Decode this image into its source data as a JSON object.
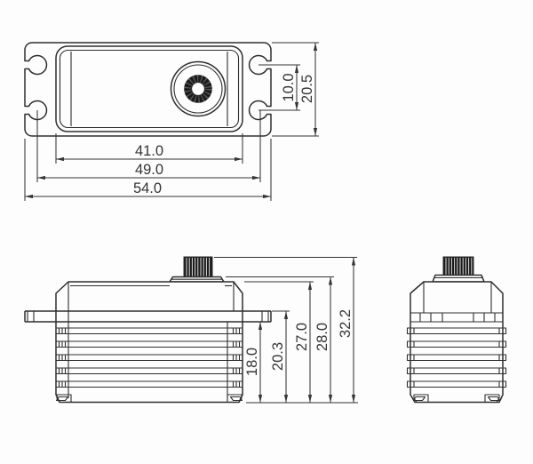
{
  "colors": {
    "line": "#2e2e2e",
    "dim": "#343434",
    "spline": "#1a1a1a",
    "bg": "#fdfdfd"
  },
  "dims": {
    "top": {
      "case_width": "41.0",
      "slot_span": "49.0",
      "overall_width": "54.0",
      "slot_pitch": "10.0",
      "depth": "20.5"
    },
    "front": {
      "to_flange_bottom": "18.0",
      "to_flange_top": "20.3",
      "to_case_top": "27.0",
      "to_collar_top": "28.0",
      "overall_height": "32.2"
    }
  }
}
